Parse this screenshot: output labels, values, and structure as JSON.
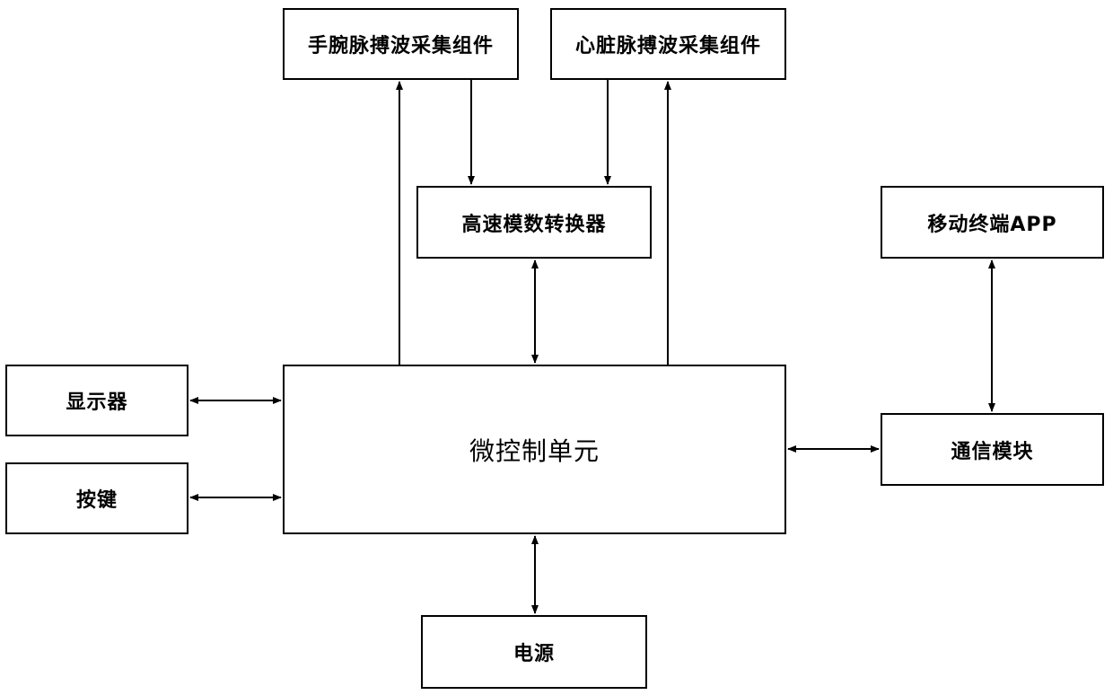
{
  "blocks": {
    "wrist_pulse": "手腕脉搏波采集组件",
    "heart_pulse": "心脏脉搏波采集组件",
    "adc": "高速模数转换器",
    "mobile_app": "移动终端APP",
    "display": "显示器",
    "keys": "按键",
    "mcu": "微控制单元",
    "comm_module": "通信模块",
    "power": "电源"
  },
  "colors": {
    "stroke": "#000000",
    "background": "#ffffff"
  }
}
